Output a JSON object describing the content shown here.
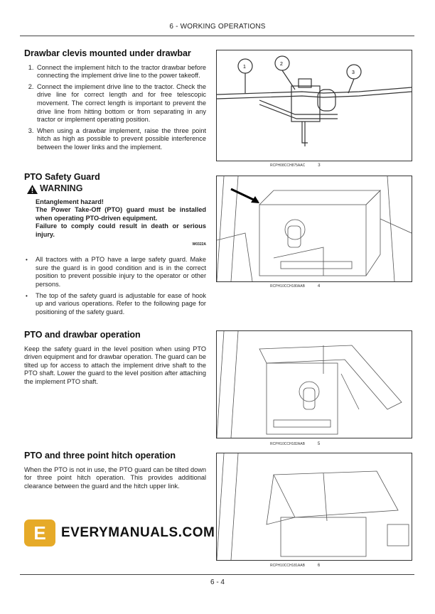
{
  "header": "6 - WORKING OPERATIONS",
  "footer": "6 - 4",
  "section1": {
    "title": "Drawbar clevis mounted under drawbar",
    "steps": [
      "Connect the implement hitch to the tractor drawbar before connecting the implement drive line to the power takeoff.",
      "Connect the implement drive line to the tractor. Check the drive line for correct length and for free telescopic movement. The correct length is important to prevent the drive line from hitting bottom or from separating in any tractor or implement operating position.",
      "When using a drawbar implement, raise the three point hitch as high as possible to prevent possible interference between the lower links and the implement."
    ]
  },
  "section2": {
    "title": "PTO Safety Guard",
    "warning_label": "WARNING",
    "warning_lines": [
      "Entanglement hazard!",
      "The Power Take-Off (PTO) guard must be installed when operating PTO-driven equipment.",
      "Failure to comply could result in death or serious injury."
    ],
    "warning_code": "W0322A",
    "bullets": [
      "All tractors with a PTO have a large safety guard. Make sure the guard is in good condition and is in the correct position to prevent possible injury to the operator or other persons.",
      "The top of the safety guard is adjustable for ease of hook up and various operations. Refer to the following page for positioning of the safety guard."
    ]
  },
  "section3": {
    "title": "PTO and drawbar operation",
    "text": "Keep the safety guard in the level position when using PTO driven equipment and for drawbar operation. The guard can be tilted up for access to attach the implement drive shaft to the PTO shaft. Lower the guard to the level position after attaching the implement PTO shaft."
  },
  "section4": {
    "title": "PTO and three point hitch operation",
    "text": "When the PTO is not in use, the PTO guard can be tilted down for three point hitch operation. This provides additional clearance between the guard and the hitch upper link."
  },
  "figures": [
    {
      "code": "RCPH08CCH875AAC",
      "num": "3",
      "callouts": [
        "1",
        "2",
        "3"
      ]
    },
    {
      "code": "RCPH10CCH180AAB",
      "num": "4"
    },
    {
      "code": "RCPH10CCH182AAB",
      "num": "5"
    },
    {
      "code": "RCPH10CCH181AAB",
      "num": "6"
    }
  ],
  "watermark": "EVERYMANUALS.COM"
}
